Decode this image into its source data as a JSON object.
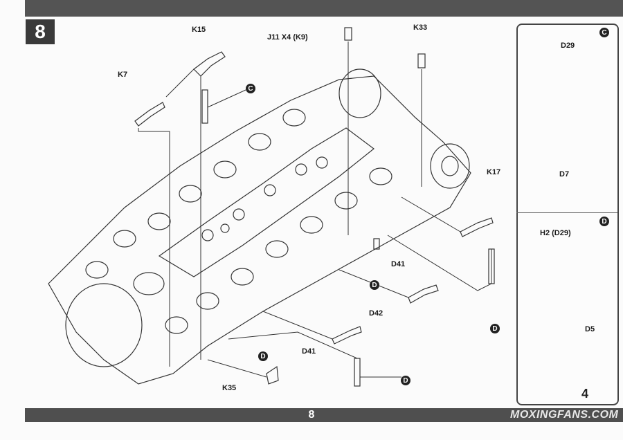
{
  "header": {
    "step_number": "8"
  },
  "footer": {
    "page_number": "8",
    "watermark": "MOXINGFANS.COM"
  },
  "main_labels": {
    "k15": "K15",
    "j11": "J11 X4 (K9)",
    "k33": "K33",
    "k7": "K7",
    "k17": "K17",
    "d41_right": "D41",
    "d42": "D42",
    "d41_lower": "D41",
    "k35": "K35"
  },
  "badges": {
    "c_main": "C",
    "d_a": "D",
    "d_b": "D",
    "d_c": "D",
    "d_d": "D",
    "c_panel": "C",
    "d_panel": "D"
  },
  "side_panel": {
    "c_part_top": "D29",
    "c_part_bottom": "D7",
    "d_part_top": "H2 (D29)",
    "d_part_bottom": "D5",
    "partial_text": "4"
  },
  "colors": {
    "bar": "#545454",
    "badge": "#222222",
    "line": "#333333"
  }
}
